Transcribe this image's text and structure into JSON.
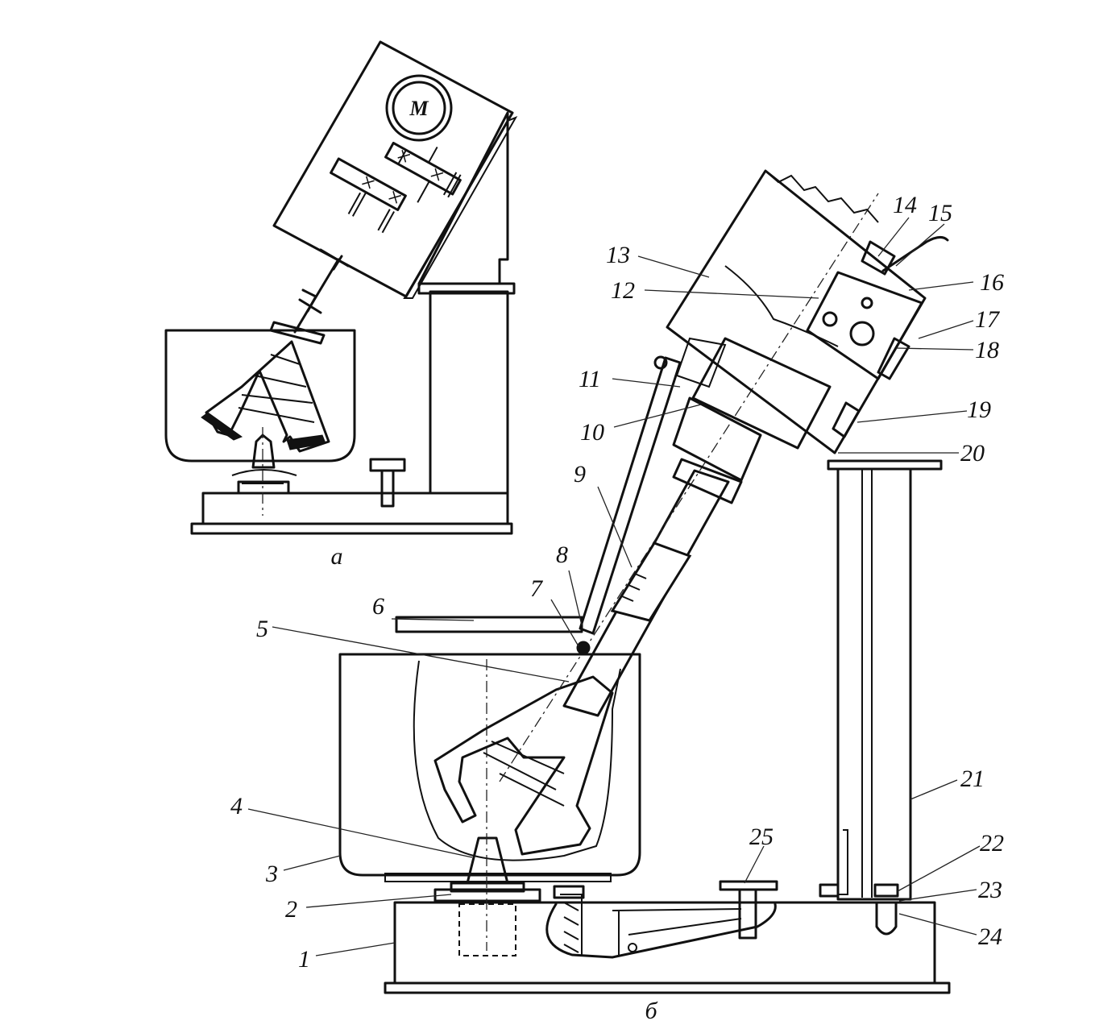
{
  "figure": {
    "captions": {
      "a": "а",
      "b": "б"
    },
    "motor_label": "M",
    "callouts": [
      "1",
      "2",
      "3",
      "4",
      "5",
      "6",
      "7",
      "8",
      "9",
      "10",
      "11",
      "12",
      "13",
      "14",
      "15",
      "16",
      "17",
      "18",
      "19",
      "20",
      "21",
      "22",
      "23",
      "24",
      "25"
    ]
  },
  "colors": {
    "ink": "#111111",
    "paper": "#ffffff"
  }
}
